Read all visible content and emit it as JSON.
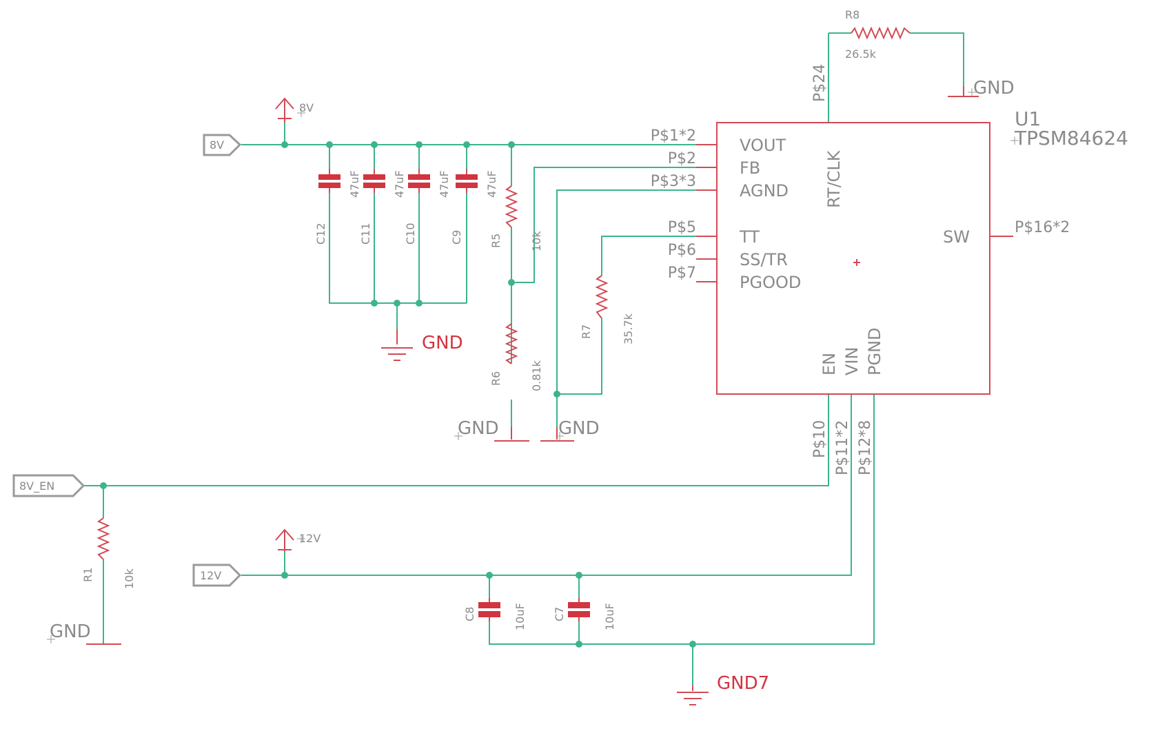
{
  "net_labels": {
    "n8v": "8V",
    "n8v_en": "8V_EN",
    "n12v": "12V"
  },
  "supplies": {
    "s8v": "8V",
    "s12v": "12V"
  },
  "grounds": {
    "g_caps": "GND",
    "g_r6": "GND",
    "g_r7": "GND",
    "g_r1": "GND",
    "g_r8": "GND",
    "g7": "GND7"
  },
  "u1": {
    "name": "U1",
    "value": "TPSM84624",
    "pins_left": [
      "VOUT",
      "FB",
      "AGND",
      "TT",
      "SS/TR",
      "PGOOD"
    ],
    "pin_numbers_left": [
      "P$1*2",
      "P$2",
      "P$3*3",
      "P$5",
      "P$6",
      "P$7"
    ],
    "pin_rtclk": "RT/CLK",
    "pin_rtclk_num": "P$24",
    "pin_sw": "SW",
    "pin_sw_num": "P$16*2",
    "pins_bottom": [
      "EN",
      "VIN",
      "PGND"
    ],
    "pin_numbers_bottom": [
      "P$10",
      "P$11*2",
      "P$12*8"
    ]
  },
  "capacitors": {
    "c12": {
      "name": "C12",
      "value": "47uF"
    },
    "c11": {
      "name": "C11",
      "value": "47uF"
    },
    "c10": {
      "name": "C10",
      "value": "47uF"
    },
    "c9": {
      "name": "C9",
      "value": "47uF"
    },
    "c8": {
      "name": "C8",
      "value": "10uF"
    },
    "c7": {
      "name": "C7",
      "value": "10uF"
    }
  },
  "resistors": {
    "r5": {
      "name": "R5",
      "value": "10k"
    },
    "r6": {
      "name": "R6",
      "value": "0.81k"
    },
    "r7": {
      "name": "R7",
      "value": "35.7k"
    },
    "r8": {
      "name": "R8",
      "value": "26.5k"
    },
    "r1": {
      "name": "R1",
      "value": "10k"
    }
  },
  "colors": {
    "wire": "#3cb48c",
    "part": "#d23440",
    "text": "#8a8a8a"
  }
}
